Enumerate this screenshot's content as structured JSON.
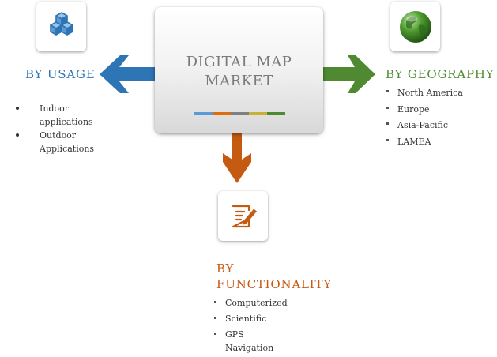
{
  "center": {
    "title_line1": "DIGITAL MAP",
    "title_line2": "MARKET",
    "bar_colors": [
      "#5b9bd5",
      "#e36c0a",
      "#7f7f7f",
      "#c9b037",
      "#4f8a32"
    ]
  },
  "usage": {
    "heading": "BY USAGE",
    "color": "#2e75b6",
    "icon": "cubes-icon",
    "items": [
      "Indoor applications",
      "Outdoor Applications"
    ]
  },
  "geography": {
    "heading": "BY GEOGRAPHY",
    "color": "#4f8a32",
    "icon": "globe-icon",
    "items": [
      "North America",
      "Europe",
      "Asia-Pacific",
      "LAMEA"
    ]
  },
  "functionality": {
    "heading_line1": "BY",
    "heading_line2": "FUNCTIONALITY",
    "color": "#c55a11",
    "icon": "document-edit-icon",
    "items": [
      "Computerized",
      "Scientific",
      "GPS Navigation"
    ]
  }
}
